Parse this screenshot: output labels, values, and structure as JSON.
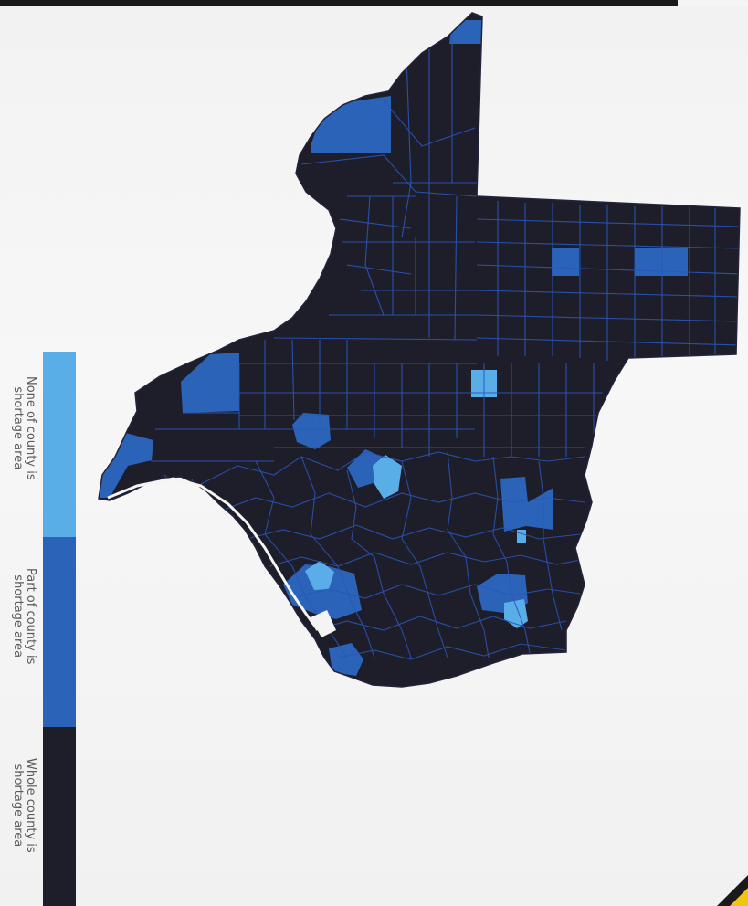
{
  "legend": {
    "items": [
      {
        "line1": "None of county is",
        "line2": "shortage area",
        "color": "#5aaee8"
      },
      {
        "line1": "Part of county is",
        "line2": "shortage area",
        "color": "#2b63b8"
      },
      {
        "line1": "Whole county is",
        "line2": "shortage area",
        "color": "#1e1e2a"
      }
    ]
  },
  "colors": {
    "whole": "#1e1e2a",
    "part": "#2b63b8",
    "none": "#5aaee8",
    "border": "#2a56b8",
    "background": "#f4f4f4"
  }
}
